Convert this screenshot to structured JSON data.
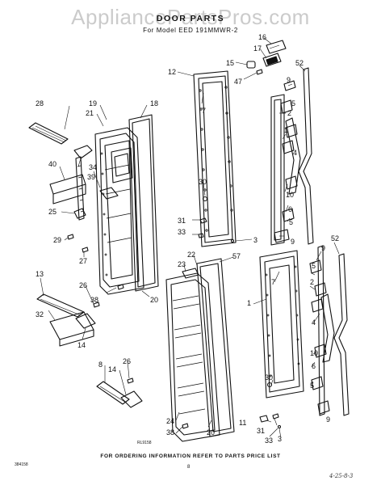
{
  "header": {
    "watermark": "AppliancePartsPros.com",
    "title": "DOOR PARTS",
    "subtitle": "For Model EED 191MMWR-2"
  },
  "footer": {
    "note": "FOR ORDERING INFORMATION REFER TO PARTS PRICE LIST",
    "ref_code": "RL9158",
    "form_code": "384158",
    "page_number": "8",
    "handwritten": "4-25-8-3"
  },
  "callouts": [
    {
      "id": "c16",
      "text": "16"
    },
    {
      "id": "c17",
      "text": "17"
    },
    {
      "id": "c15",
      "text": "15"
    },
    {
      "id": "c47",
      "text": "47"
    },
    {
      "id": "c12",
      "text": "12"
    },
    {
      "id": "c52a",
      "text": "52"
    },
    {
      "id": "c7a",
      "text": "7"
    },
    {
      "id": "c9a",
      "text": "9"
    },
    {
      "id": "c5a",
      "text": "5"
    },
    {
      "id": "c2a",
      "text": "2"
    },
    {
      "id": "c1a",
      "text": "1"
    },
    {
      "id": "c4a",
      "text": "4"
    },
    {
      "id": "c10a",
      "text": "10"
    },
    {
      "id": "c6a",
      "text": "6"
    },
    {
      "id": "c5b",
      "text": "5"
    },
    {
      "id": "c9b",
      "text": "9"
    },
    {
      "id": "c28",
      "text": "28"
    },
    {
      "id": "c19",
      "text": "19"
    },
    {
      "id": "c21",
      "text": "21"
    },
    {
      "id": "c18",
      "text": "18"
    },
    {
      "id": "c34",
      "text": "34"
    },
    {
      "id": "c39",
      "text": "39"
    },
    {
      "id": "c40",
      "text": "40"
    },
    {
      "id": "c25",
      "text": "25"
    },
    {
      "id": "c29",
      "text": "29"
    },
    {
      "id": "c27",
      "text": "27"
    },
    {
      "id": "c30a",
      "text": "30"
    },
    {
      "id": "c31a",
      "text": "31"
    },
    {
      "id": "c33a",
      "text": "33"
    },
    {
      "id": "c3a",
      "text": "3"
    },
    {
      "id": "c22",
      "text": "22"
    },
    {
      "id": "c23",
      "text": "23"
    },
    {
      "id": "c57",
      "text": "57"
    },
    {
      "id": "c13",
      "text": "13"
    },
    {
      "id": "c26a",
      "text": "26"
    },
    {
      "id": "c38a",
      "text": "38"
    },
    {
      "id": "c20a",
      "text": "20"
    },
    {
      "id": "c32",
      "text": "32"
    },
    {
      "id": "c14a",
      "text": "14"
    },
    {
      "id": "c26b",
      "text": "26"
    },
    {
      "id": "c8",
      "text": "8"
    },
    {
      "id": "c14b",
      "text": "14"
    },
    {
      "id": "c24",
      "text": "24"
    },
    {
      "id": "c38b",
      "text": "38"
    },
    {
      "id": "c20b",
      "text": "20"
    },
    {
      "id": "c7b",
      "text": "7"
    },
    {
      "id": "c1b",
      "text": "1"
    },
    {
      "id": "c52b",
      "text": "52"
    },
    {
      "id": "c9c",
      "text": "9"
    },
    {
      "id": "c5c",
      "text": "5"
    },
    {
      "id": "c2b",
      "text": "2"
    },
    {
      "id": "c4b",
      "text": "4"
    },
    {
      "id": "c10b",
      "text": "10"
    },
    {
      "id": "c6b",
      "text": "6"
    },
    {
      "id": "c5d",
      "text": "5"
    },
    {
      "id": "c9d",
      "text": "9"
    },
    {
      "id": "c30b",
      "text": "30"
    },
    {
      "id": "c11",
      "text": "11"
    },
    {
      "id": "c31b",
      "text": "31"
    },
    {
      "id": "c33b",
      "text": "33"
    },
    {
      "id": "c3b",
      "text": "3"
    }
  ]
}
